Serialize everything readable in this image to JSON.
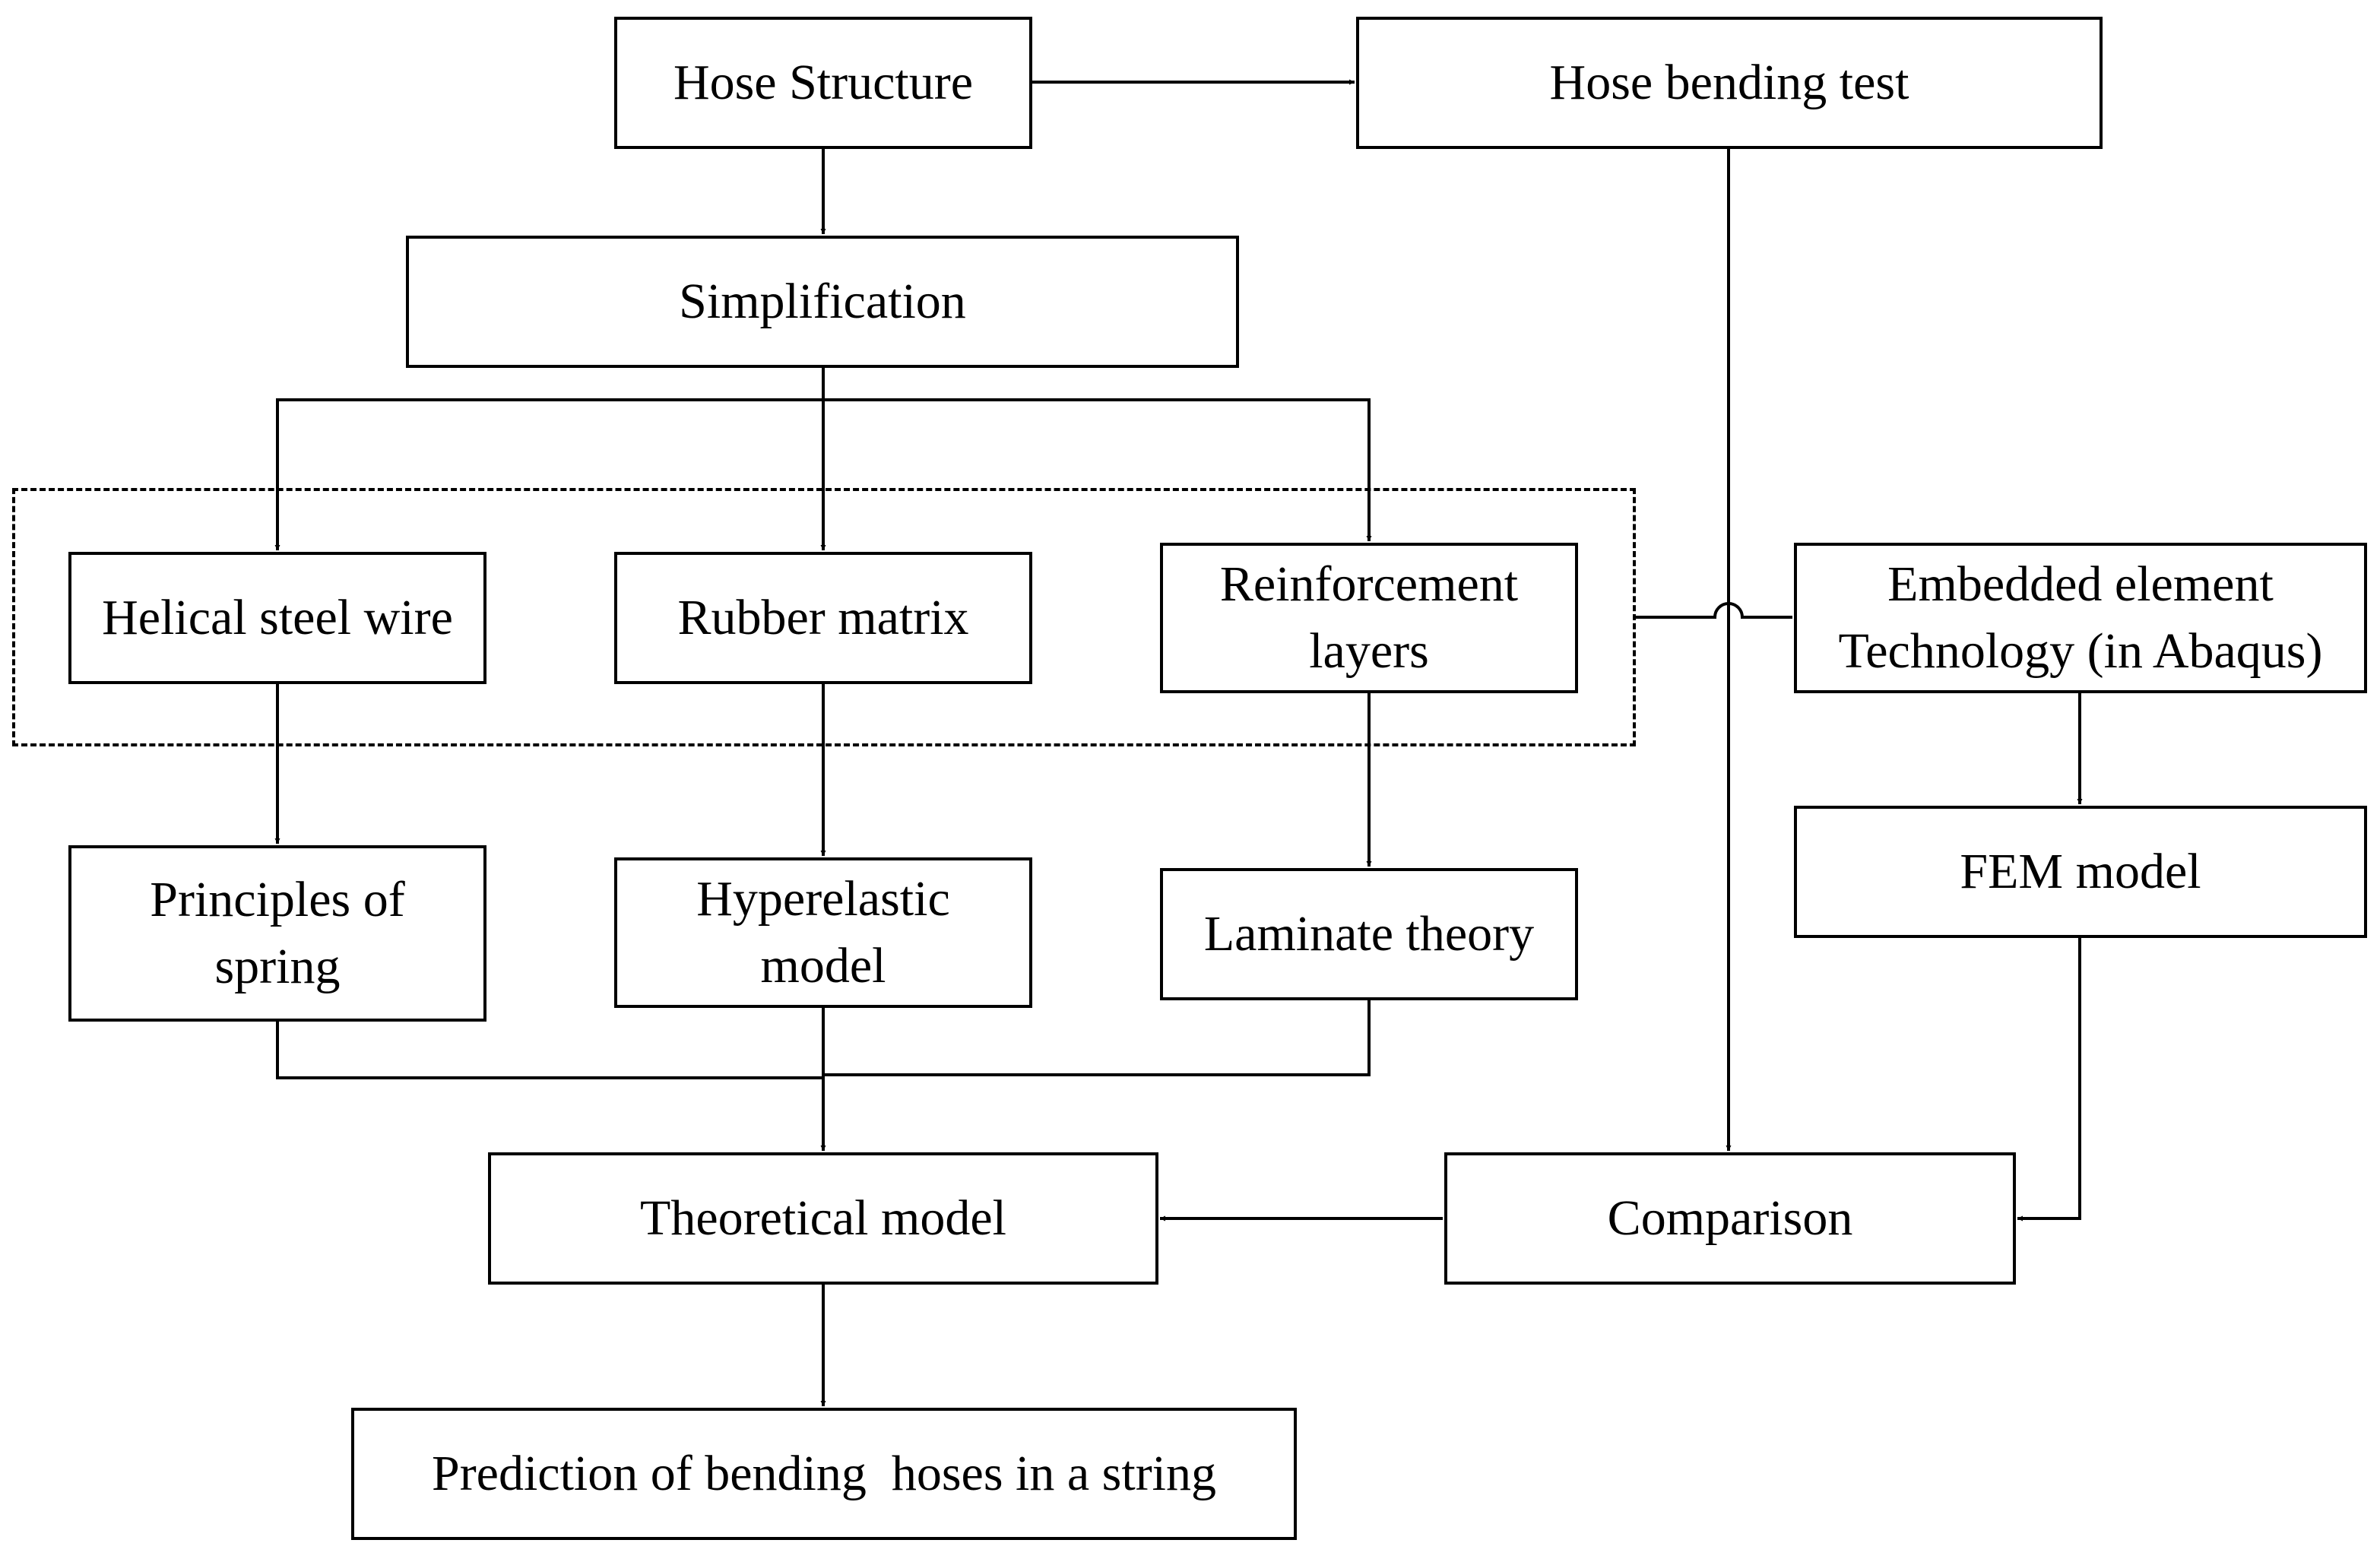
{
  "diagram": {
    "nodes": {
      "hose_structure": {
        "lines": [
          "Hose Structure"
        ]
      },
      "hose_bending_test": {
        "lines": [
          "Hose bending test"
        ]
      },
      "simplification": {
        "lines": [
          "Simplification"
        ]
      },
      "helical_steel_wire": {
        "lines": [
          "Helical steel wire"
        ]
      },
      "rubber_matrix": {
        "lines": [
          "Rubber matrix"
        ]
      },
      "reinforcement_layers": {
        "lines": [
          "Reinforcement",
          "layers"
        ]
      },
      "embedded_element": {
        "lines": [
          "Embedded element",
          "Technology (in Abaqus)"
        ]
      },
      "principles_of_spring": {
        "lines": [
          "Principles of",
          "spring"
        ]
      },
      "hyperelastic_model": {
        "lines": [
          "Hyperelastic",
          "model"
        ]
      },
      "laminate_theory": {
        "lines": [
          "Laminate theory"
        ]
      },
      "fem_model": {
        "lines": [
          "FEM model"
        ]
      },
      "theoretical_model": {
        "lines": [
          "Theoretical model"
        ]
      },
      "comparison": {
        "lines": [
          "Comparison"
        ]
      },
      "prediction": {
        "lines": [
          "Prediction of bending  hoses in a string"
        ]
      }
    },
    "edges": [
      {
        "from": "hose_structure",
        "to": "hose_bending_test"
      },
      {
        "from": "hose_structure",
        "to": "simplification"
      },
      {
        "from": "simplification",
        "to": "helical_steel_wire"
      },
      {
        "from": "simplification",
        "to": "rubber_matrix"
      },
      {
        "from": "simplification",
        "to": "reinforcement_layers"
      },
      {
        "from": "helical_steel_wire",
        "to": "principles_of_spring"
      },
      {
        "from": "rubber_matrix",
        "to": "hyperelastic_model"
      },
      {
        "from": "reinforcement_layers",
        "to": "laminate_theory"
      },
      {
        "from": "principles_of_spring",
        "to": "theoretical_model"
      },
      {
        "from": "hyperelastic_model",
        "to": "theoretical_model"
      },
      {
        "from": "laminate_theory",
        "to": "theoretical_model"
      },
      {
        "from": "hose_bending_test",
        "to": "comparison"
      },
      {
        "from": "embedded_element",
        "to": "fem_model"
      },
      {
        "from": "fem_model",
        "to": "comparison"
      },
      {
        "from": "comparison",
        "to": "theoretical_model"
      },
      {
        "from": "theoretical_model",
        "to": "prediction"
      },
      {
        "from": "materials_group",
        "to": "embedded_element",
        "style": "line-with-hop"
      }
    ],
    "groups": [
      {
        "id": "materials_group",
        "style": "dashed",
        "members": [
          "helical_steel_wire",
          "rubber_matrix",
          "reinforcement_layers"
        ]
      }
    ]
  }
}
